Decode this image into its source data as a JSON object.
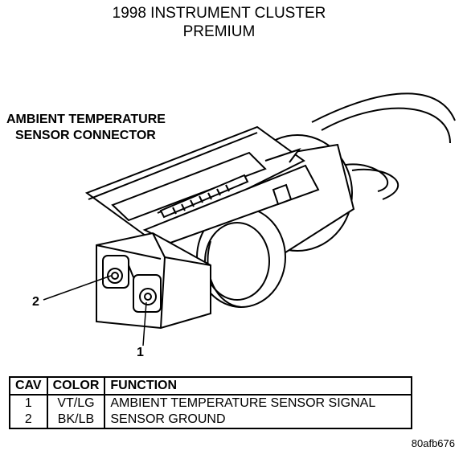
{
  "header": {
    "line1": "1998 INSTRUMENT CLUSTER",
    "line2": "PREMIUM"
  },
  "callout": {
    "line1": "AMBIENT TEMPERATURE",
    "line2": "SENSOR CONNECTOR"
  },
  "pins": {
    "label_1": "1",
    "label_2": "2"
  },
  "table": {
    "headers": [
      "CAV",
      "COLOR",
      "FUNCTION"
    ],
    "rows": [
      [
        "1",
        "VT/LG",
        "AMBIENT TEMPERATURE SENSOR SIGNAL"
      ],
      [
        "2",
        "BK/LB",
        "SENSOR GROUND"
      ]
    ]
  },
  "figure_id": "80afb676"
}
